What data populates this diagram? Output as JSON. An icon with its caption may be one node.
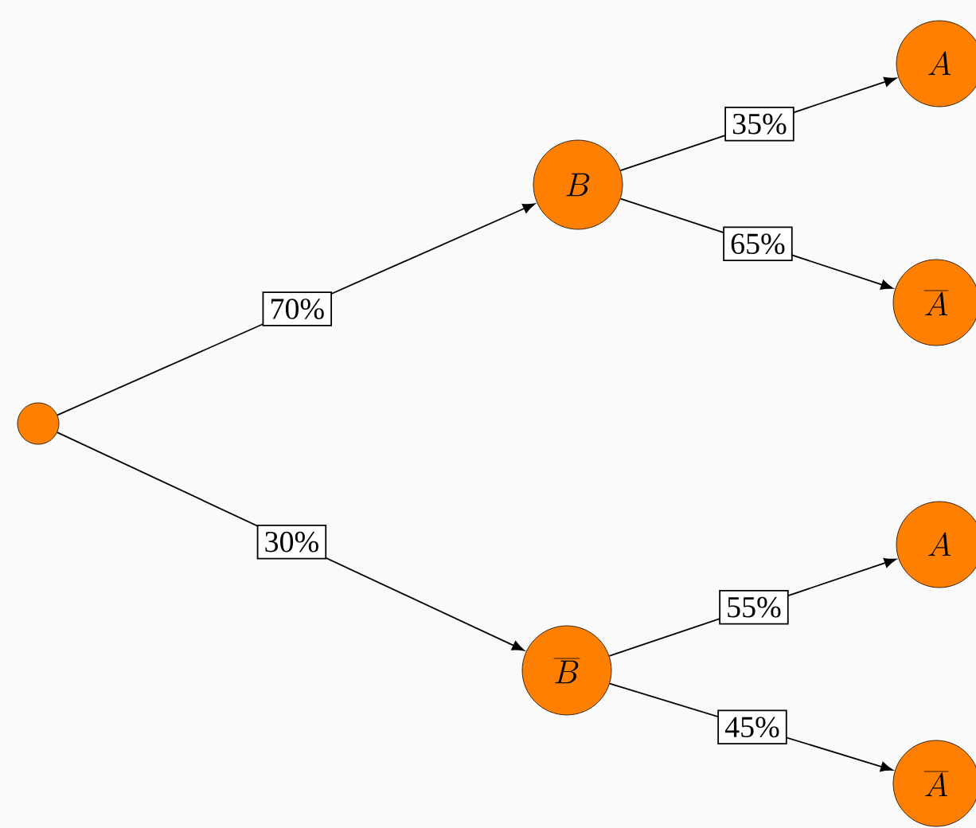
{
  "diagram": {
    "nodes": [
      {
        "text": [],
        "shape": "circle"
      },
      {
        "text": [
          "B"
        ]
      },
      {
        "text": [
          "\\overline{B}"
        ]
      },
      {
        "text": [
          "A"
        ]
      },
      {
        "text": [
          "\\overline{A}"
        ]
      },
      {
        "text": [
          "A"
        ]
      },
      {
        "text": [
          "\\overline{A}"
        ]
      }
    ],
    "edges": [
      {
        "from": 0,
        "to": 1,
        "arrow": "to",
        "label": "70%"
      },
      {
        "from": 0,
        "to": 2,
        "arrow": "to",
        "label": "30%"
      },
      {
        "from": 1,
        "to": 3,
        "arrow": "to",
        "label": "35%"
      },
      {
        "from": 1,
        "to": 4,
        "arrow": "to",
        "label": "65%"
      },
      {
        "from": 2,
        "to": 5,
        "arrow": "to",
        "label": "55%"
      },
      {
        "from": 2,
        "to": 6,
        "arrow": "to",
        "label": "45%"
      }
    ]
  }
}
